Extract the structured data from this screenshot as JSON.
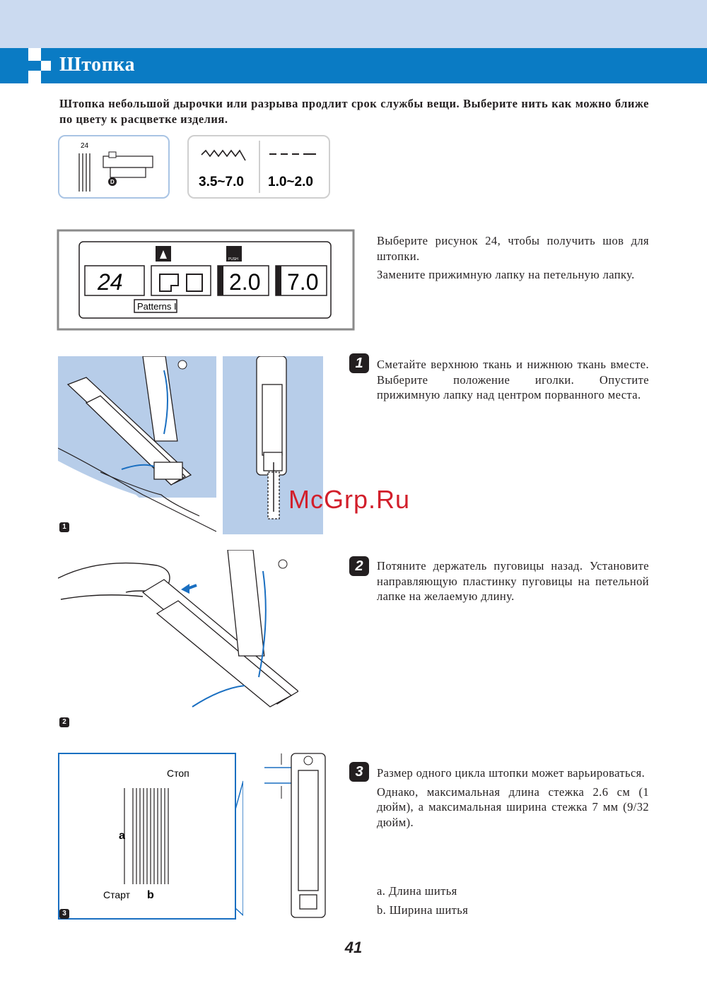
{
  "header": {
    "title": "Штопка"
  },
  "intro": "Штопка небольшой дырочки или разрыва продлит срок службы вещи. Выберите нить как можно ближе по цвету к расцветке изделия.",
  "settings": {
    "pattern_number": "24",
    "foot_letter": "D",
    "width_range": "3.5~7.0",
    "length_range": "1.0~2.0"
  },
  "lcd": {
    "pattern": "24",
    "length": "2.0",
    "width": "7.0",
    "mode_label": "Patterns I",
    "push_label": "PUSH"
  },
  "intro_steps": [
    "Выберите рисунок 24, чтобы получить шов для штопки.",
    "Замените прижимную лапку на петельную лапку."
  ],
  "steps": [
    {
      "num": "1",
      "text": "Сметайте верхнюю ткань и нижнюю ткань вместе. Выберите положение иголки. Опустите прижимную лапку над центром порванного места."
    },
    {
      "num": "2",
      "text": "Потяните держатель пуговицы назад. Установите направляющую пластинку пуговицы на петельной лапке на желаемую длину."
    },
    {
      "num": "3",
      "text": "Размер одного цикла штопки может варьироваться.",
      "text2": "Однако, максимальная длина стежка 2.6 см (1 дюйм), а максимальная ширина стежка 7 мм (9/32  дюйм)."
    }
  ],
  "legend": {
    "a": "a. Длина шитья",
    "b": "b. Ширина шитья"
  },
  "figure_labels": {
    "stop": "Стоп",
    "start": "Старт",
    "a": "a",
    "b": "b",
    "fig1": "1",
    "fig2": "2",
    "fig3": "3"
  },
  "watermark": "McGrp.Ru",
  "page_number": "41",
  "colors": {
    "accent": "#0a7bc4",
    "band": "#cbdaf0",
    "fabric": "#b7cde9",
    "thread": "#1a6fc1"
  }
}
